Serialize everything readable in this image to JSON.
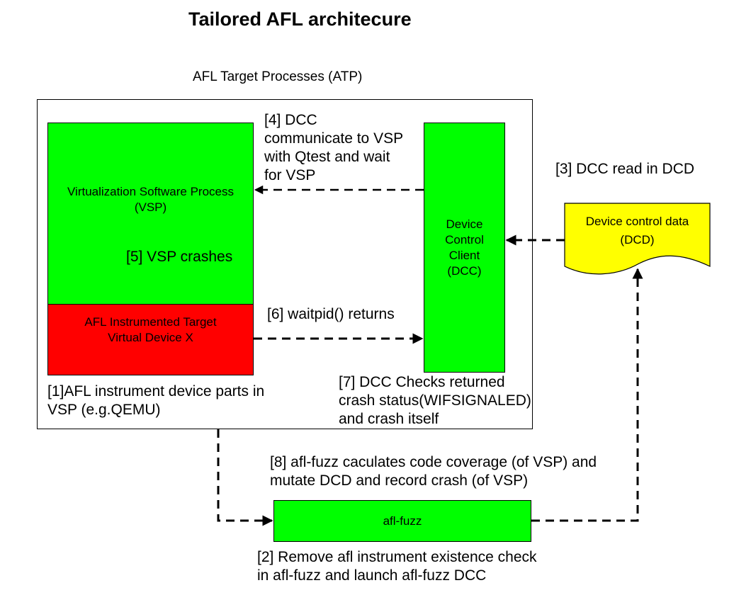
{
  "title": "Tailored AFL architecure",
  "container": {
    "label": "AFL Target Processes (ATP)"
  },
  "nodes": {
    "vsp": {
      "line1": "Virtualization Software Process",
      "line2": "(VSP)",
      "color": "#00ff00"
    },
    "afl_device": {
      "line1": "AFL Instrumented Target",
      "line2": "Virtual Device X",
      "color": "#ff0000"
    },
    "dcc": {
      "lines": [
        "Device",
        "Control",
        "Client",
        "(DCC)"
      ],
      "color": "#00ff00"
    },
    "dcd": {
      "line1": "Device control data",
      "line2": "(DCD)",
      "color": "#ffff00"
    },
    "afl_fuzz": {
      "label": "afl-fuzz",
      "color": "#00ff00"
    }
  },
  "steps": {
    "s1": [
      "[1]AFL instrument device parts in",
      "VSP (e.g.QEMU)"
    ],
    "s2": [
      "[2] Remove afl instrument existence check",
      "in afl-fuzz and launch afl-fuzz DCC"
    ],
    "s3": "[3] DCC read in DCD",
    "s4": [
      "[4] DCC",
      "communicate to VSP",
      "with Qtest and wait",
      "for VSP"
    ],
    "s5": "[5] VSP crashes",
    "s6": "[6] waitpid() returns",
    "s7": [
      "[7] DCC Checks returned",
      "crash status(WIFSIGNALED)",
      "and crash itself"
    ],
    "s8": [
      "[8] afl-fuzz caculates code coverage (of VSP) and",
      "mutate DCD and record crash (of VSP)"
    ]
  },
  "edges": [
    {
      "from": "dcc",
      "to": "vsp",
      "style": "dashed",
      "label_step": "4"
    },
    {
      "from": "afl_device",
      "to": "dcc",
      "style": "dashed",
      "label_step": "6"
    },
    {
      "from": "dcd",
      "to": "dcc",
      "style": "dashed",
      "label_step": "3"
    },
    {
      "from": "atp",
      "to": "afl_fuzz",
      "style": "dashed"
    },
    {
      "from": "afl_fuzz",
      "to": "dcd",
      "style": "dashed"
    }
  ]
}
